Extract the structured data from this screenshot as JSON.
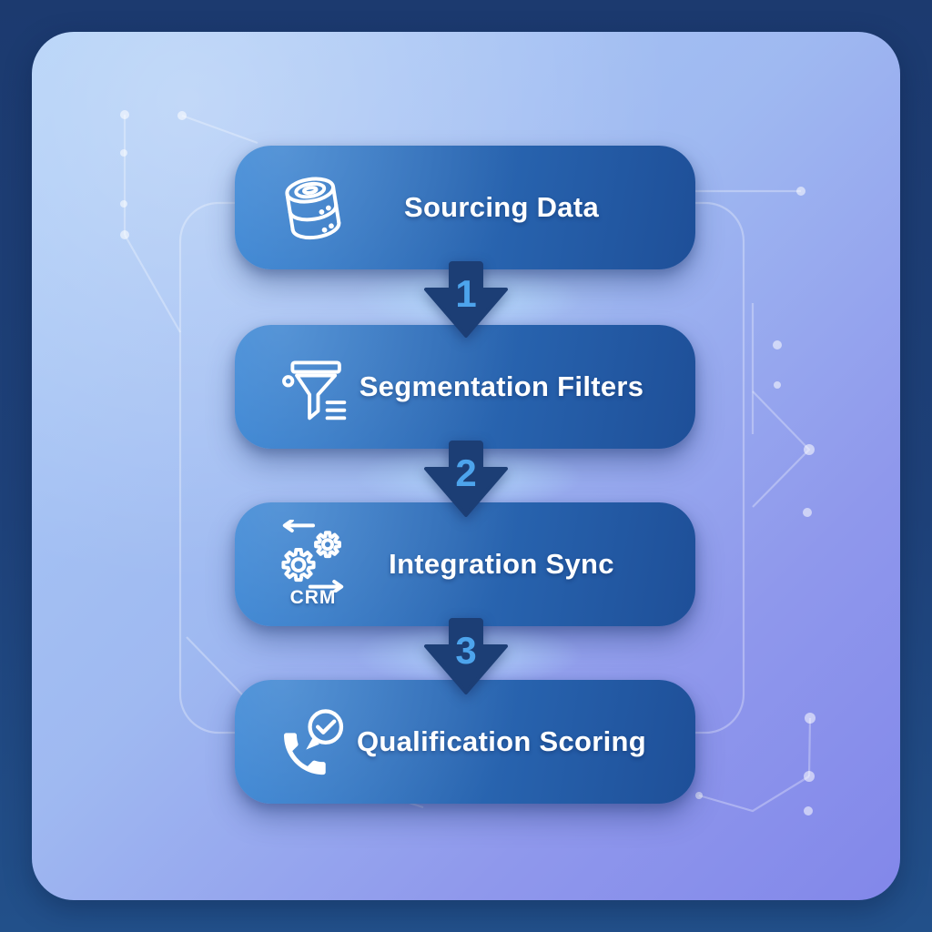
{
  "diagram": {
    "type": "vertical-flowchart",
    "steps": [
      {
        "label": "Sourcing Data",
        "icon": "database-icon"
      },
      {
        "label": "Segmentation Filters",
        "icon": "funnel-icon"
      },
      {
        "label": "Integration Sync",
        "icon": "gears-sync-icon",
        "icon_text": "CRM"
      },
      {
        "label": "Qualification Scoring",
        "icon": "phone-check-icon"
      }
    ],
    "connectors": [
      {
        "number": "1"
      },
      {
        "number": "2"
      },
      {
        "number": "3"
      }
    ],
    "colors": {
      "frame": "#1e4179",
      "panel_gradient_start": "#abcdf7",
      "panel_gradient_end": "#8287ea",
      "card_gradient_left": "#3382d4",
      "card_gradient_right": "#1e4f98",
      "arrow_fill": "#1c3e75",
      "arrow_number": "#4da4ec",
      "label_text": "#ffffff"
    }
  }
}
